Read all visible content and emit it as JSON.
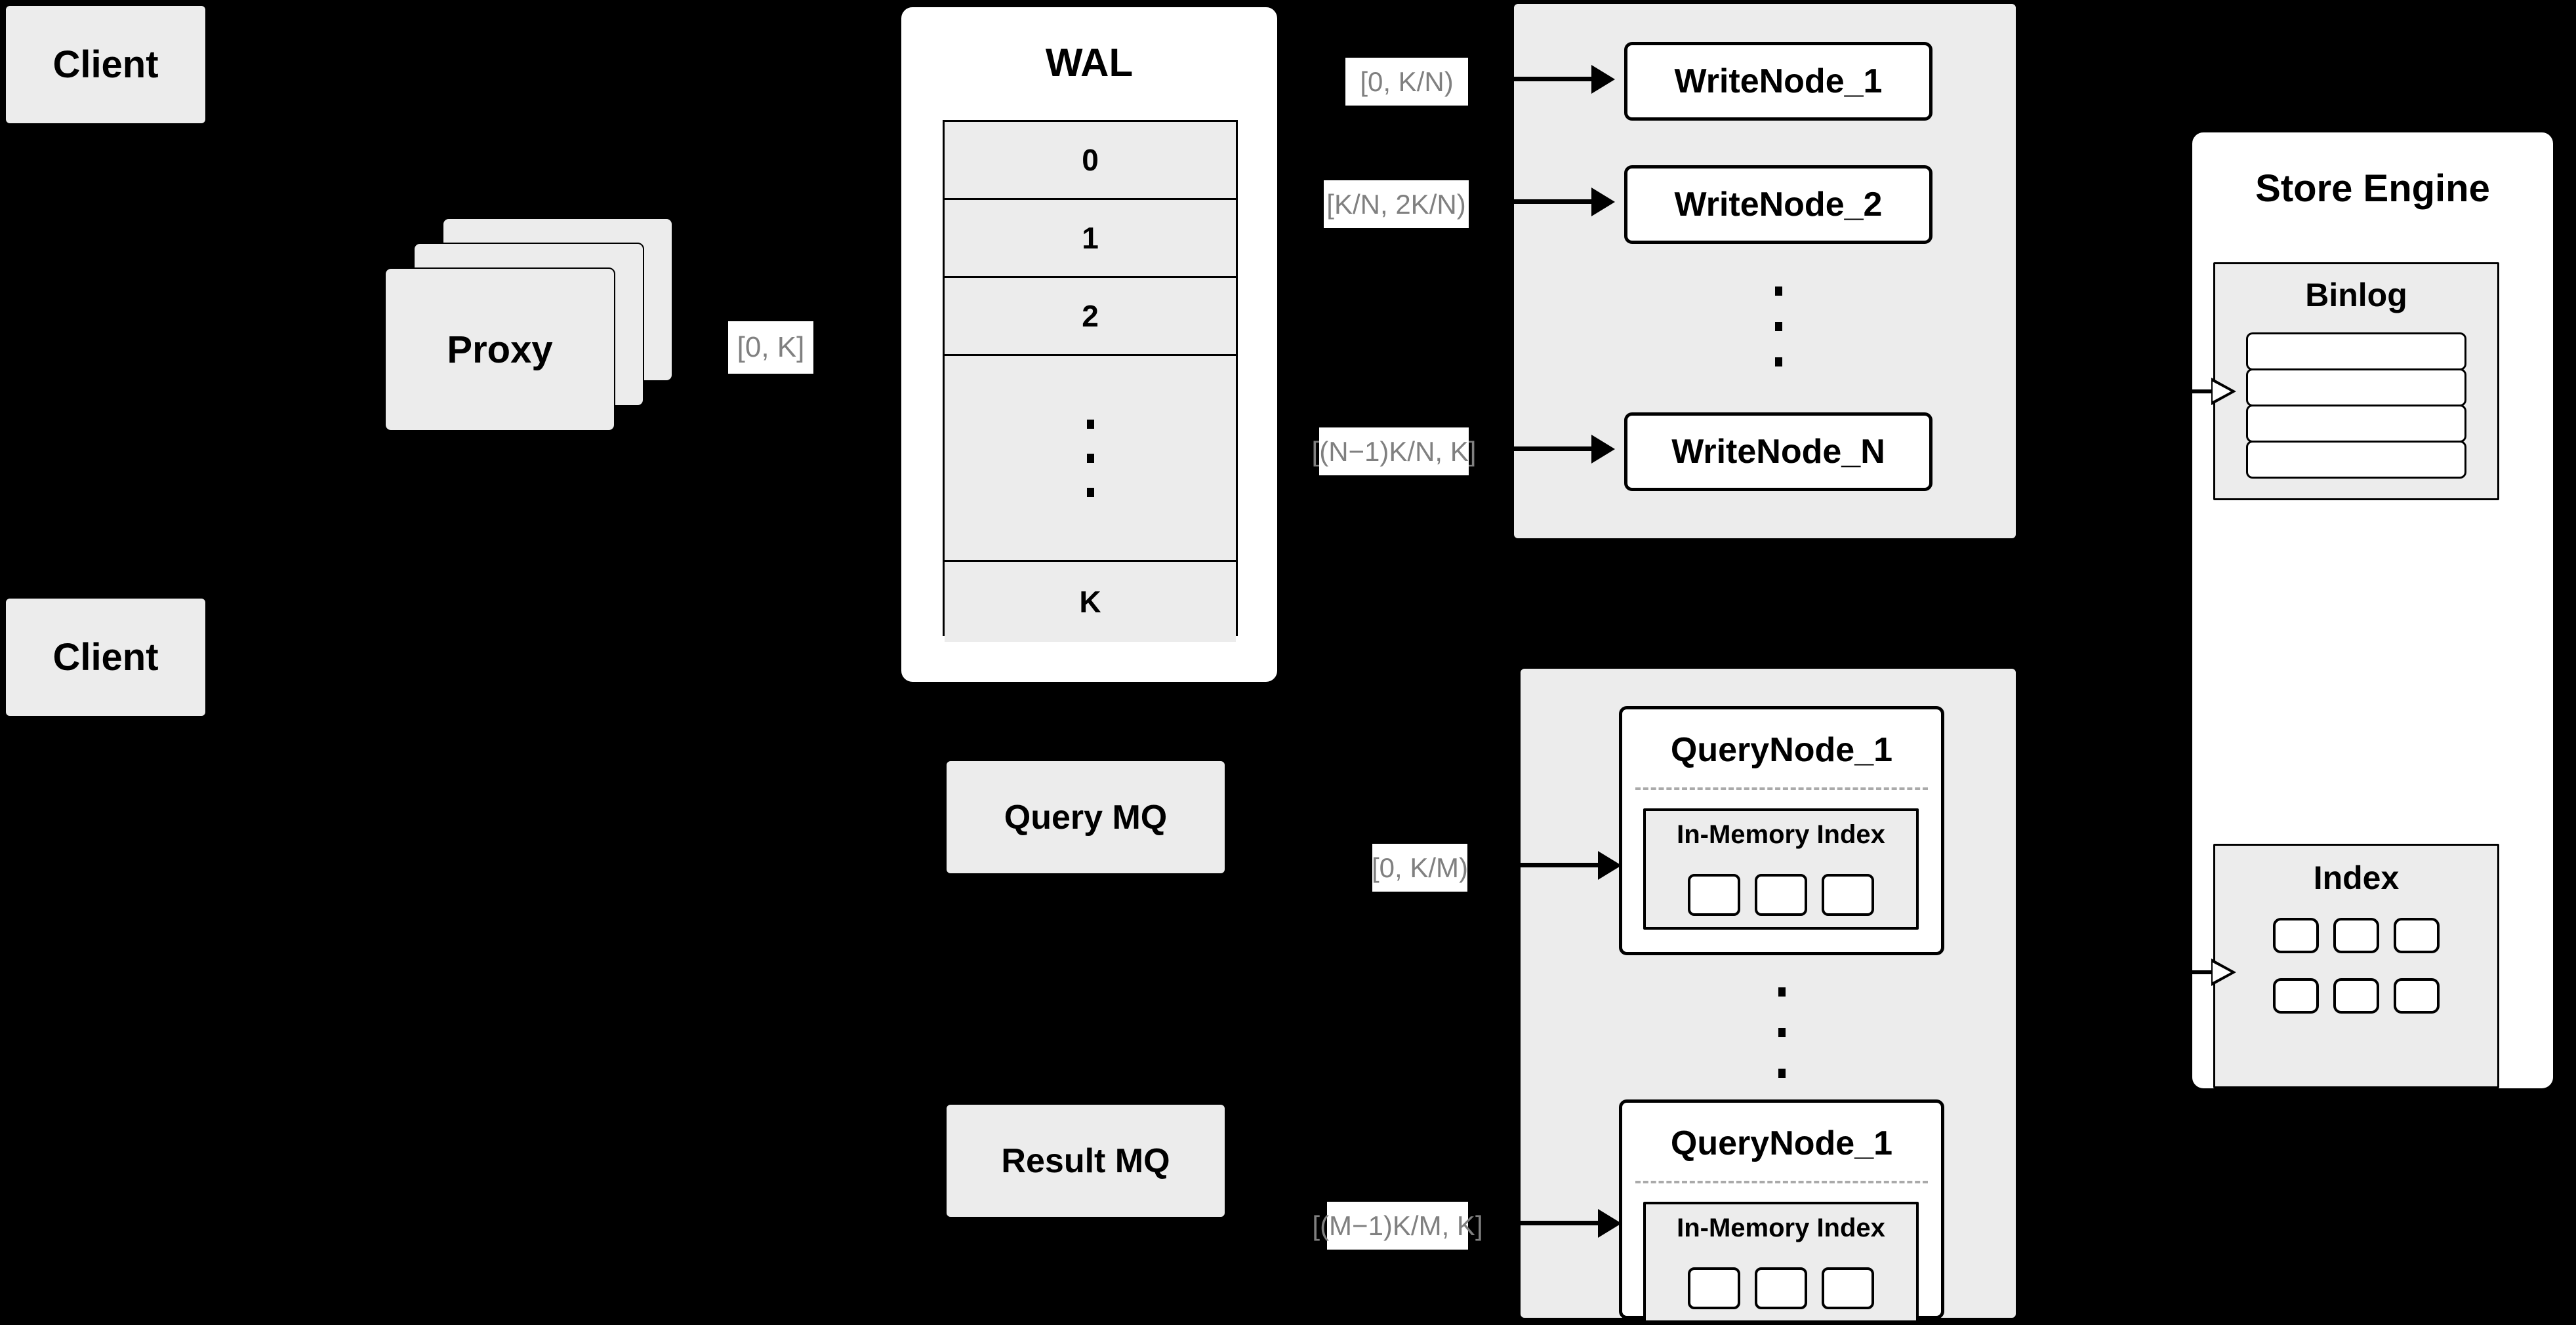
{
  "diagram": {
    "title": "Distributed Vector Database Write/Query Architecture",
    "colors": {
      "background": "#000000",
      "gray_fill": "#ececec",
      "white_fill": "#ffffff",
      "stroke": "#000000",
      "label_text": "#808080",
      "dashed_separator": "#aaaaaa"
    }
  },
  "clients": [
    {
      "label": "Client"
    },
    {
      "label": "Client"
    }
  ],
  "proxy": {
    "label": "Proxy",
    "stack_count": 3
  },
  "wal": {
    "title": "WAL",
    "rows": [
      {
        "label": "0",
        "kind": "entry"
      },
      {
        "label": "1",
        "kind": "entry"
      },
      {
        "label": "2",
        "kind": "entry"
      },
      {
        "label": "",
        "kind": "ellipsis"
      },
      {
        "label": "K",
        "kind": "entry"
      }
    ]
  },
  "write_cluster": {
    "nodes": [
      {
        "label": "WriteNode_1",
        "range": "[0,  K/N)"
      },
      {
        "label": "WriteNode_2",
        "range": "[K/N, 2K/N)"
      },
      {
        "label": "WriteNode_N",
        "range": "[(N−1)K/N,  K]"
      }
    ],
    "ellipsis_between": true
  },
  "query_cluster": {
    "nodes": [
      {
        "label": "QueryNode_1",
        "range": "[0, K/M)",
        "index": {
          "title": "In-Memory Index",
          "cells": 3
        }
      },
      {
        "label": "QueryNode_1",
        "range": "[(M−1)K/M, K]",
        "index": {
          "title": "In-Memory Index",
          "cells": 3
        }
      }
    ],
    "ellipsis_between": true
  },
  "message_queues": [
    {
      "label": "Query MQ"
    },
    {
      "label": "Result MQ"
    }
  ],
  "proxy_to_wal_label": "[0, K]",
  "store_engine": {
    "title": "Store Engine",
    "binlog": {
      "title": "Binlog",
      "rows": 4
    },
    "index": {
      "title": "Index",
      "rows": 2,
      "cols": 3
    }
  }
}
